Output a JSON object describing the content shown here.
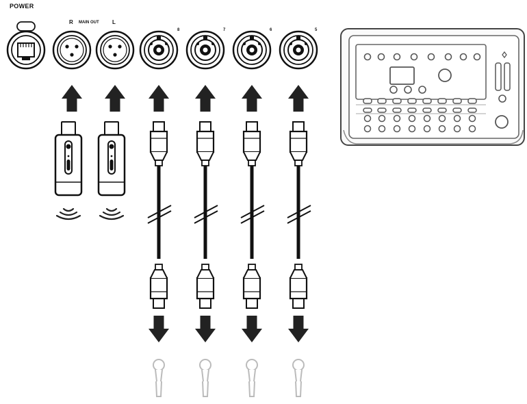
{
  "labels": {
    "power": "POWER",
    "main_out_r": "R",
    "main_out_mid": "MAIN OUT",
    "main_out_l": "L"
  },
  "channel_numbers": [
    "8",
    "7",
    "6",
    "5"
  ],
  "colors": {
    "line": "#111111",
    "arrow": "#222222",
    "mic_outline": "#bbbbbb",
    "mixer_outline": "#333333"
  }
}
